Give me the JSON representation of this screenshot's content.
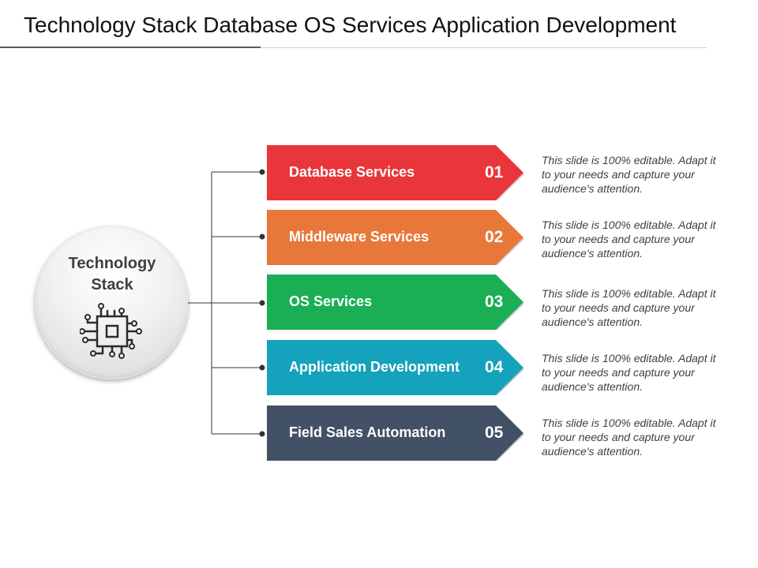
{
  "slide": {
    "title": "Technology Stack Database OS Services Application Development"
  },
  "hub": {
    "label_line1": "Technology",
    "label_line2": "Stack",
    "icon": "circuit-chip-icon"
  },
  "items": [
    {
      "label": "Database Services",
      "number": "01",
      "color": "#E8363A",
      "description": "This slide is 100% editable. Adapt it to your needs and capture your audience's attention."
    },
    {
      "label": "Middleware Services",
      "number": "02",
      "color": "#E8783A",
      "description": "This slide is 100% editable. Adapt it to your needs and capture your audience's attention."
    },
    {
      "label": "OS Services",
      "number": "03",
      "color": "#1BAF55",
      "description": "This slide is 100% editable. Adapt it to your needs and capture your audience's attention."
    },
    {
      "label": "Application Development",
      "number": "04",
      "color": "#14A2BC",
      "description": "This slide is 100% editable. Adapt it to your needs and capture your audience's attention."
    },
    {
      "label": "Field Sales Automation",
      "number": "05",
      "color": "#435166",
      "description": "This slide is 100% editable. Adapt it to your needs and capture your audience's attention."
    }
  ]
}
